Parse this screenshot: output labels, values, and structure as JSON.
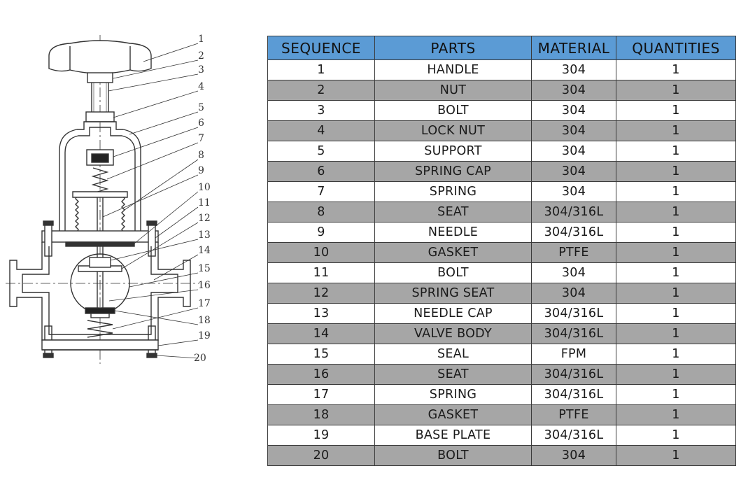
{
  "table": {
    "headers": [
      "SEQUENCE",
      "PARTS",
      "MATERIAL",
      "QUANTITIES"
    ],
    "rows": [
      {
        "seq": "1",
        "part": "HANDLE",
        "material": "304",
        "qty": "1"
      },
      {
        "seq": "2",
        "part": "NUT",
        "material": "304",
        "qty": "1"
      },
      {
        "seq": "3",
        "part": "BOLT",
        "material": "304",
        "qty": "1"
      },
      {
        "seq": "4",
        "part": "LOCK NUT",
        "material": "304",
        "qty": "1"
      },
      {
        "seq": "5",
        "part": "SUPPORT",
        "material": "304",
        "qty": "1"
      },
      {
        "seq": "6",
        "part": "SPRING CAP",
        "material": "304",
        "qty": "1"
      },
      {
        "seq": "7",
        "part": "SPRING",
        "material": "304",
        "qty": "1"
      },
      {
        "seq": "8",
        "part": "SEAT",
        "material": "304/316L",
        "qty": "1"
      },
      {
        "seq": "9",
        "part": "NEEDLE",
        "material": "304/316L",
        "qty": "1"
      },
      {
        "seq": "10",
        "part": "GASKET",
        "material": "PTFE",
        "qty": "1"
      },
      {
        "seq": "11",
        "part": "BOLT",
        "material": "304",
        "qty": "1"
      },
      {
        "seq": "12",
        "part": "SPRING SEAT",
        "material": "304",
        "qty": "1"
      },
      {
        "seq": "13",
        "part": "NEEDLE CAP",
        "material": "304/316L",
        "qty": "1"
      },
      {
        "seq": "14",
        "part": "VALVE BODY",
        "material": "304/316L",
        "qty": "1"
      },
      {
        "seq": "15",
        "part": "SEAL",
        "material": "FPM",
        "qty": "1"
      },
      {
        "seq": "16",
        "part": "SEAT",
        "material": "304/316L",
        "qty": "1"
      },
      {
        "seq": "17",
        "part": "SPRING",
        "material": "304/316L",
        "qty": "1"
      },
      {
        "seq": "18",
        "part": "GASKET",
        "material": "PTFE",
        "qty": "1"
      },
      {
        "seq": "19",
        "part": "BASE PLATE",
        "material": "304/316L",
        "qty": "1"
      },
      {
        "seq": "20",
        "part": "BOLT",
        "material": "304",
        "qty": "1"
      }
    ]
  },
  "drawing": {
    "callouts": [
      "1",
      "2",
      "3",
      "4",
      "5",
      "6",
      "7",
      "8",
      "9",
      "10",
      "11",
      "12",
      "13",
      "14",
      "15",
      "16",
      "17",
      "18",
      "19",
      "20"
    ]
  },
  "colors": {
    "header_bg": "#5b9bd5",
    "row_shaded": "#a6a6a6",
    "row_plain": "#ffffff",
    "line": "#333333"
  }
}
